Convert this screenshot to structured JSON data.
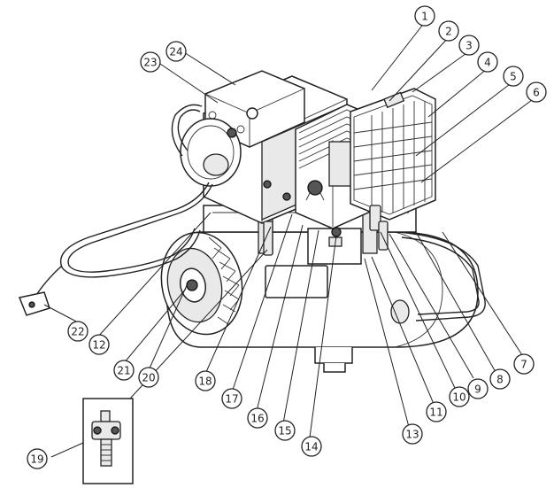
{
  "callouts": [
    {
      "number": "1",
      "part": "part-1"
    },
    {
      "number": "2",
      "part": "part-2"
    },
    {
      "number": "3",
      "part": "part-3"
    },
    {
      "number": "4",
      "part": "part-4"
    },
    {
      "number": "5",
      "part": "part-5"
    },
    {
      "number": "6",
      "part": "part-6"
    },
    {
      "number": "7",
      "part": "part-7"
    },
    {
      "number": "8",
      "part": "part-8"
    },
    {
      "number": "9",
      "part": "part-9"
    },
    {
      "number": "10",
      "part": "part-10"
    },
    {
      "number": "11",
      "part": "part-11"
    },
    {
      "number": "12",
      "part": "part-12"
    },
    {
      "number": "13",
      "part": "part-13"
    },
    {
      "number": "14",
      "part": "part-14"
    },
    {
      "number": "15",
      "part": "part-15"
    },
    {
      "number": "16",
      "part": "part-16"
    },
    {
      "number": "17",
      "part": "part-17"
    },
    {
      "number": "18",
      "part": "part-18"
    },
    {
      "number": "19",
      "part": "part-19"
    },
    {
      "number": "20",
      "part": "part-20"
    },
    {
      "number": "21",
      "part": "part-21"
    },
    {
      "number": "22",
      "part": "part-22"
    },
    {
      "number": "23",
      "part": "part-23"
    },
    {
      "number": "24",
      "part": "part-24"
    }
  ]
}
